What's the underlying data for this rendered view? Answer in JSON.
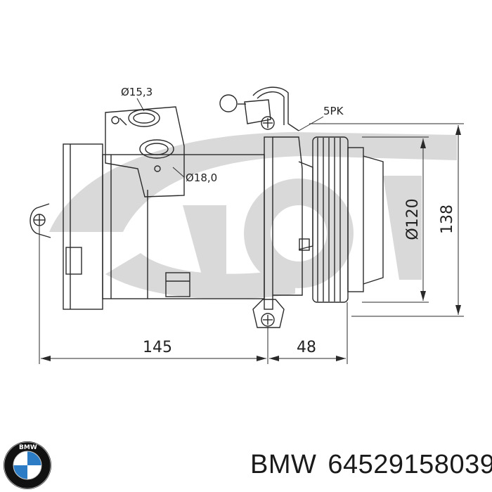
{
  "diagram": {
    "labels": {
      "suction_port": "Ø15,3",
      "discharge_port": "Ø18,0",
      "belt_type": "5PK",
      "pulley_diameter": "Ø120",
      "overall_height": "138",
      "body_length": "145",
      "pulley_offset": "48"
    },
    "watermark_color": "#d8d8d8"
  },
  "caption": {
    "brand": "BMW",
    "part_number": "64529158039"
  },
  "logo": {
    "brand_ring_text": "BMW",
    "colors": {
      "blue": "#2b7cc4",
      "white": "#ffffff",
      "black": "#111111"
    }
  }
}
